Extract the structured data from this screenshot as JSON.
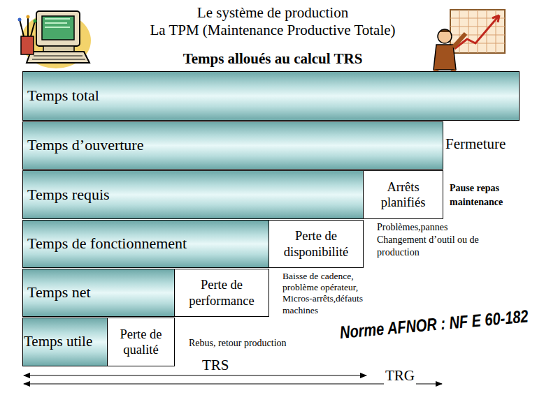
{
  "diagram": {
    "title": "Le système de production",
    "nodes": [
      {
        "text": [
          "Temps total"
        ]
      },
      {
        "text": [
          "Temps d’ouverture"
        ]
      },
      {
        "text": [
          "Temps requis"
        ]
      },
      {
        "text": [
          "Arrêts planifiés"
        ]
      },
      {
        "text": [
          "Temps de fonctionnement"
        ]
      },
      {
        "text": [
          "Perte de disponibilité"
        ]
      },
      {
        "text": [
          "Temps net"
        ]
      },
      {
        "text": [
          "Perte de performance"
        ]
      },
      {
        "text": [
          "Temps utile"
        ]
      },
      {
        "text": [
          "Perte de qualité"
        ]
      }
    ],
    "labels": [
      "La TPM (Maintenance Productive Totale)",
      "Temps alloués au calcul TRS",
      "Fermeture",
      "Pause repas maintenance",
      "Problèmes,pannes Changement d’outil ou de production",
      "Baisse de cadence, problème opérateur, Micros-arrêts,défauts machines",
      "Rebus, retour production",
      "TRS",
      "TRG",
      "Norme AFNOR : NF E 60-182"
    ]
  }
}
